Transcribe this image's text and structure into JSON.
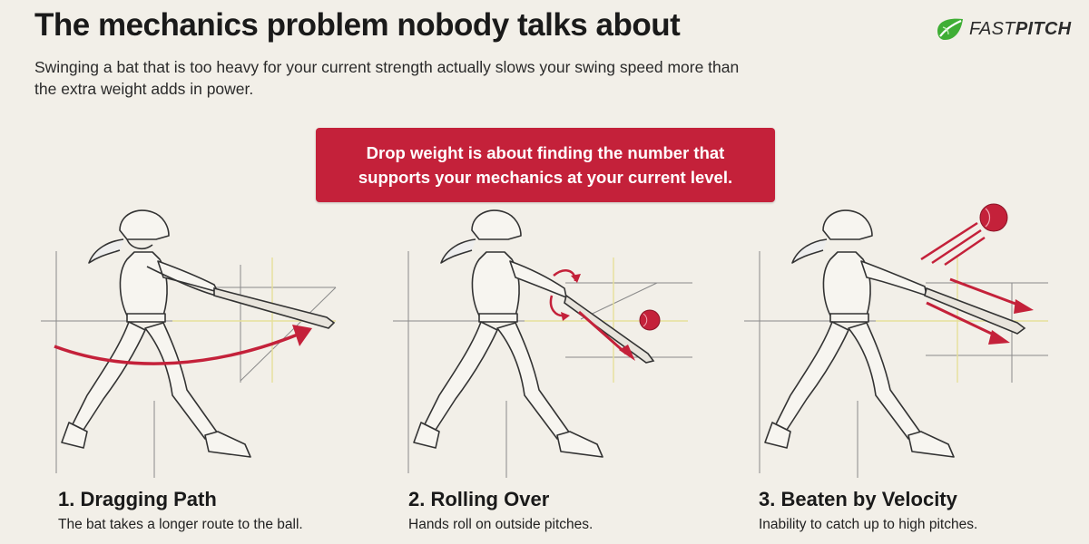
{
  "header": {
    "title": "The mechanics problem nobody talks about",
    "subtitle": "Swinging a bat that is too heavy for your current strength actually slows your swing speed more than the extra weight adds in power."
  },
  "logo": {
    "text_fast": "FAST",
    "text_pitch": "PITCH",
    "icon": "leaf-ball-icon",
    "color": "#3fae35"
  },
  "callout": {
    "text": "Drop weight is about finding the number that supports your mechanics at your current level.",
    "color": "#c4213a"
  },
  "steps": [
    {
      "title": "1. Dragging Path",
      "description": "The bat takes a longer route to the ball."
    },
    {
      "title": "2. Rolling Over",
      "description": "Hands roll on outside pitches."
    },
    {
      "title": "3. Beaten by Velocity",
      "description": "Inability to catch up to high pitches."
    }
  ],
  "colors": {
    "background": "#f2efe8",
    "accent_red": "#c4213a",
    "ink": "#333333",
    "grid_yellow": "#e6e09a"
  }
}
